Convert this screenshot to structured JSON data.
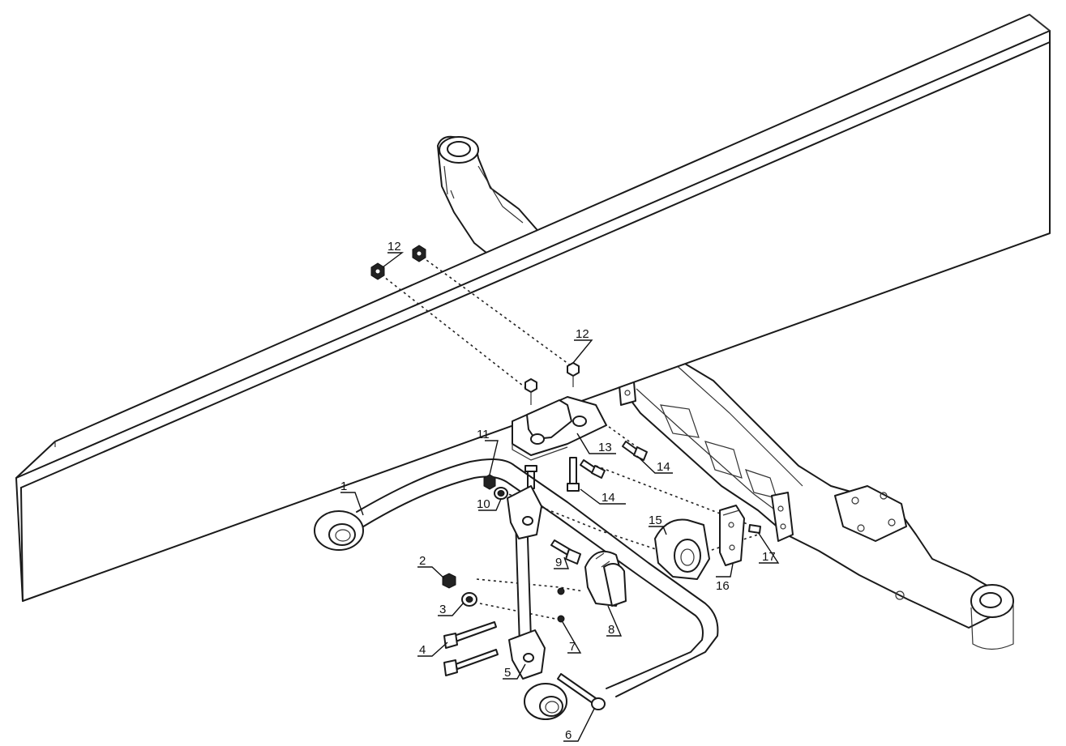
{
  "diagram": {
    "callouts": [
      {
        "id": "c1",
        "text": "1"
      },
      {
        "id": "c2",
        "text": "2"
      },
      {
        "id": "c3",
        "text": "3"
      },
      {
        "id": "c4",
        "text": "4"
      },
      {
        "id": "c5",
        "text": "5"
      },
      {
        "id": "c6",
        "text": "6"
      },
      {
        "id": "c7",
        "text": "7"
      },
      {
        "id": "c8",
        "text": "8"
      },
      {
        "id": "c9",
        "text": "9"
      },
      {
        "id": "c10",
        "text": "10"
      },
      {
        "id": "c11",
        "text": "11"
      },
      {
        "id": "c12a",
        "text": "12"
      },
      {
        "id": "c12b",
        "text": "12"
      },
      {
        "id": "c13",
        "text": "13"
      },
      {
        "id": "c14a",
        "text": "14"
      },
      {
        "id": "c14b",
        "text": "14"
      },
      {
        "id": "c15",
        "text": "15"
      },
      {
        "id": "c16",
        "text": "16"
      },
      {
        "id": "c17",
        "text": "17"
      }
    ]
  }
}
